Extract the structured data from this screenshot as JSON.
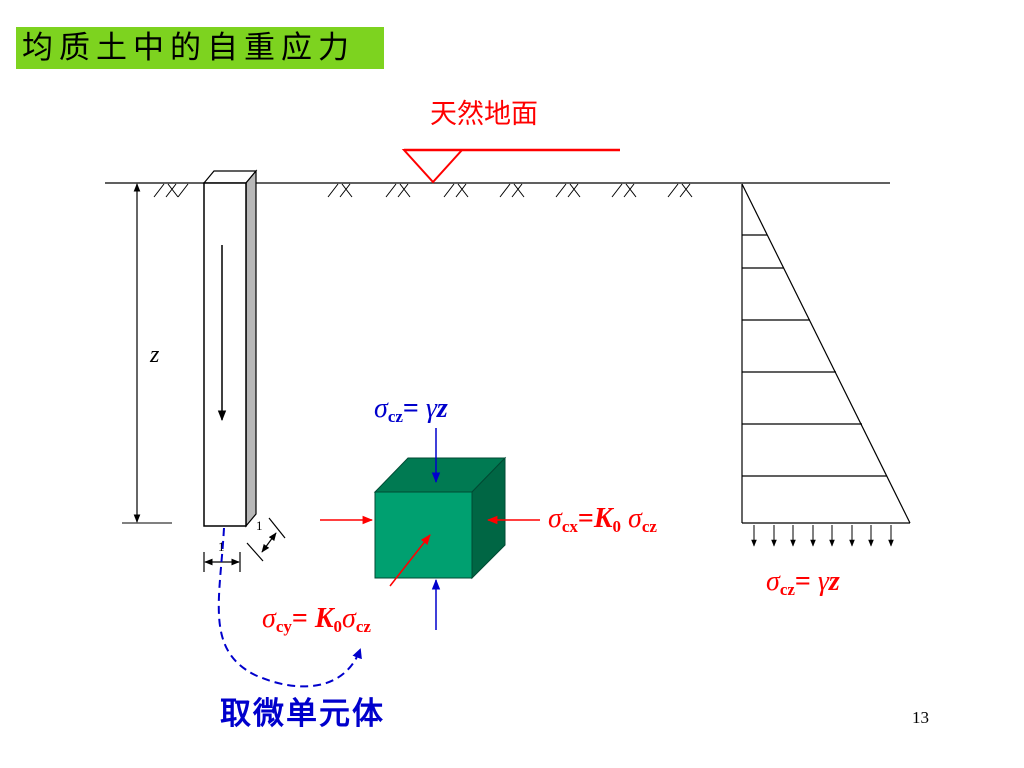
{
  "title": "均质土中的自重应力",
  "ground_label": "天然地面",
  "depth_label": "z",
  "unit_label": "1",
  "top_stress": {
    "symbol": "σ",
    "sub": "cz",
    "eq": "= ",
    "gamma": "γ",
    "z": "z"
  },
  "horizontal_stress": {
    "symbol": "σ",
    "sub": "cx",
    "eq": "=",
    "k": "K",
    "k_sub": "0",
    "sym2": " σ",
    "sub2": "cz"
  },
  "lateral_stress": {
    "symbol": "σ",
    "sub": "cy",
    "eq": "= ",
    "k": "K",
    "k_sub": "0",
    "sym2": "σ",
    "sub2": "cz"
  },
  "profile_stress": {
    "symbol": "σ",
    "sub": "cz",
    "eq": "= ",
    "gamma": "γ",
    "z": "z"
  },
  "element_label": "取微单元体",
  "slide_number": "13",
  "colors": {
    "title_bg": "#7dd31f",
    "red": "#ff0000",
    "blue": "#0000cc",
    "cube_front": "#00a070",
    "cube_top": "#007a52",
    "cube_side": "#006644"
  }
}
